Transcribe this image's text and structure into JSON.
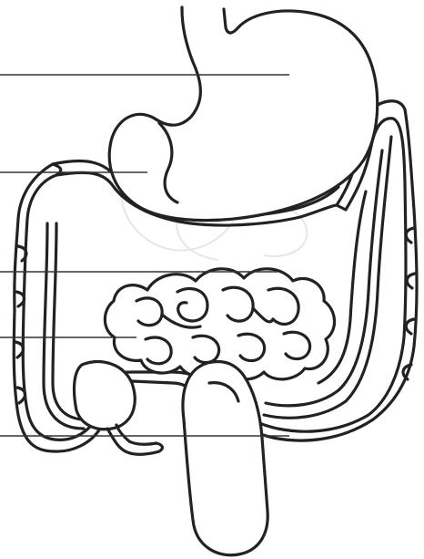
{
  "diagram": {
    "subject": "digestive-system-outline",
    "labels": [
      {
        "id": "label-1",
        "text": ""
      },
      {
        "id": "label-2",
        "text": ""
      },
      {
        "id": "label-3",
        "text": ""
      },
      {
        "id": "label-4",
        "text": ""
      },
      {
        "id": "label-5",
        "text": ""
      }
    ],
    "colors": {
      "outline": "#222222",
      "leader": "#333333",
      "background": "#ffffff"
    }
  }
}
